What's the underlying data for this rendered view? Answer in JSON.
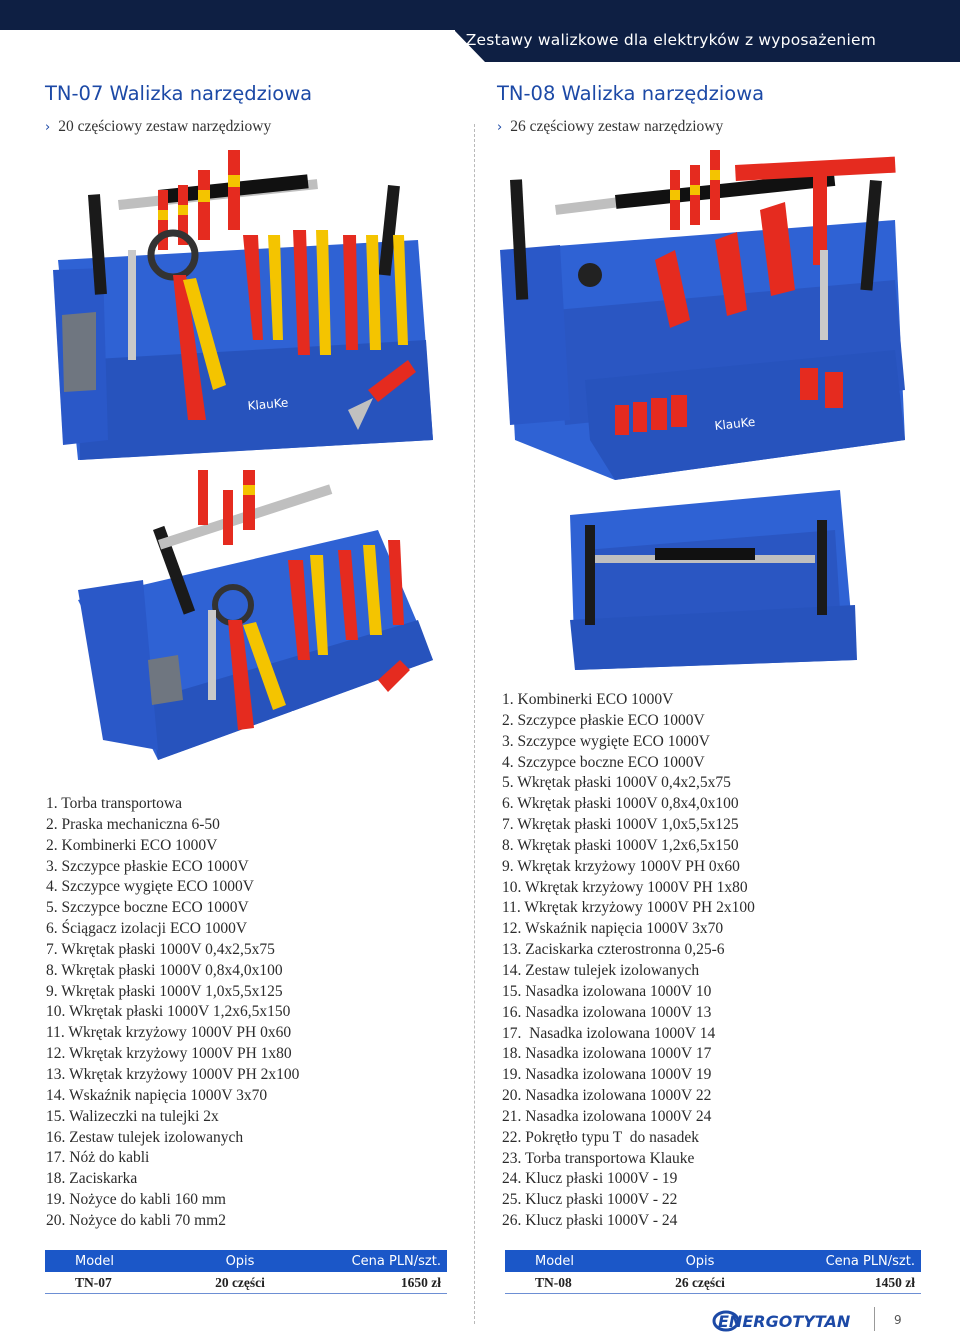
{
  "header": {
    "section_title": "Zestawy walizkowe dla elektryków z wyposażeniem"
  },
  "left": {
    "title": "TN-07 Walizka narzędziowa",
    "subtitle": "20 częściowy zestaw narzędziowy",
    "items": [
      "1. Torba transportowa",
      "2. Praska mechaniczna 6-50",
      "2. Kombinerki ECO 1000V",
      "3. Szczypce płaskie ECO 1000V",
      "4. Szczypce wygięte ECO 1000V",
      "5. Szczypce boczne ECO 1000V",
      "6. Ściągacz izolacji ECO 1000V",
      "7. Wkrętak płaski 1000V 0,4x2,5x75",
      "8. Wkrętak płaski 1000V 0,8x4,0x100",
      "9. Wkrętak płaski 1000V 1,0x5,5x125",
      "10. Wkrętak płaski 1000V 1,2x6,5x150",
      "11. Wkrętak krzyżowy 1000V PH 0x60",
      "12. Wkrętak krzyżowy 1000V PH 1x80",
      "13. Wkrętak krzyżowy 1000V PH 2x100",
      "14. Wskaźnik napięcia 1000V 3x70",
      "15. Walizeczki na tulejki 2x",
      "16. Zestaw tulejek izolowanych",
      "17. Nóż do kabli",
      "18. Zaciskarka",
      "19. Nożyce do kabli 160 mm",
      "20. Nożyce do kabli 70 mm2"
    ],
    "table": {
      "headers": [
        "Model",
        "Opis",
        "Cena PLN/szt."
      ],
      "row": [
        "TN-07",
        "20 części",
        "1650 zł"
      ]
    },
    "photo_brand": "KlauKe"
  },
  "right": {
    "title": "TN-08 Walizka narzędziowa",
    "subtitle": "26 częściowy zestaw narzędziowy",
    "items": [
      "1. Kombinerki ECO 1000V",
      "2. Szczypce płaskie ECO 1000V",
      "3. Szczypce wygięte ECO 1000V",
      "4. Szczypce boczne ECO 1000V",
      "5. Wkrętak płaski 1000V 0,4x2,5x75",
      "6. Wkrętak płaski 1000V 0,8x4,0x100",
      "7. Wkrętak płaski 1000V 1,0x5,5x125",
      "8. Wkrętak płaski 1000V 1,2x6,5x150",
      "9. Wkrętak krzyżowy 1000V PH 0x60",
      "10. Wkrętak krzyżowy 1000V PH 1x80",
      "11. Wkrętak krzyżowy 1000V PH 2x100",
      "12. Wskaźnik napięcia 1000V 3x70",
      "13. Zaciskarka czterostronna 0,25-6",
      "14. Zestaw tulejek izolowanych",
      "15. Nasadka izolowana 1000V 10",
      "16. Nasadka izolowana 1000V 13",
      "17.  Nasadka izolowana 1000V 14",
      "18. Nasadka izolowana 1000V 17",
      "19. Nasadka izolowana 1000V 19",
      "20. Nasadka izolowana 1000V 22",
      "21. Nasadka izolowana 1000V 24",
      "22. Pokrętło typu T  do nasadek",
      "23. Torba transportowa Klauke",
      "24. Klucz płaski 1000V - 19",
      "25. Klucz płaski 1000V - 22",
      "26. Klucz płaski 1000V - 24"
    ],
    "table": {
      "headers": [
        "Model",
        "Opis",
        "Cena PLN/szt."
      ],
      "row": [
        "TN-08",
        "26 części",
        "1450 zł"
      ]
    },
    "photo_brand": "KlauKe"
  },
  "footer": {
    "logo_text": "ENERGOTYTAN",
    "page_number": "9"
  },
  "colors": {
    "navy": "#0e1f43",
    "accent_blue": "#1c49a6",
    "table_header": "#1b57c8",
    "bag_blue": "#2f62d4",
    "tool_red": "#e52b1f",
    "tool_yellow": "#f4c400"
  }
}
